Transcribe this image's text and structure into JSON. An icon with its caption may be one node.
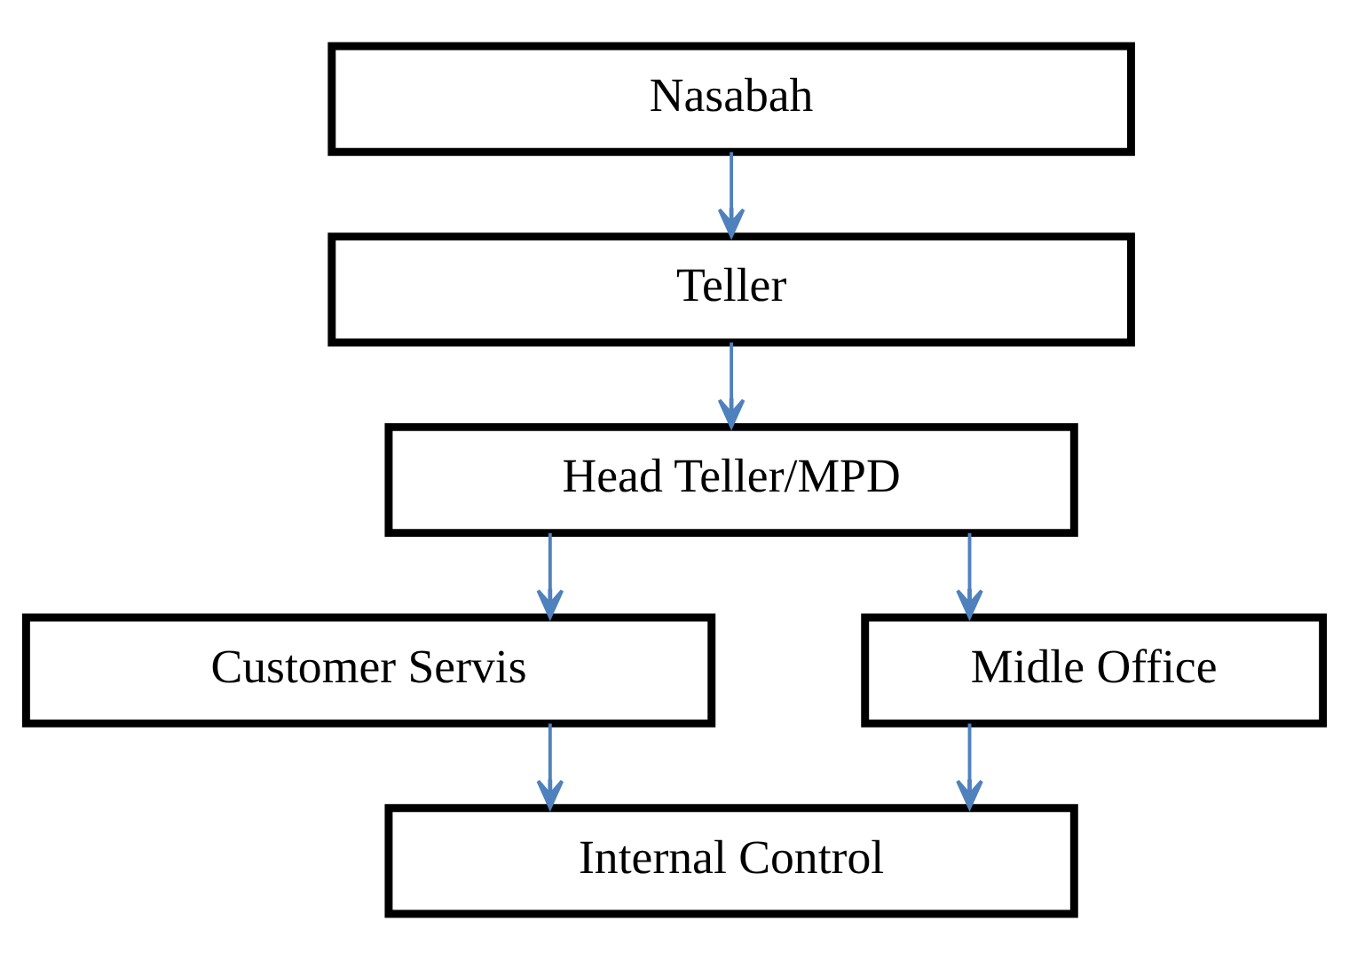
{
  "diagram": {
    "nodes": [
      {
        "text": [
          "Nasabah"
        ]
      },
      {
        "text": [
          "Teller"
        ]
      },
      {
        "text": [
          "Head Teller/MPD"
        ]
      },
      {
        "text": [
          "Customer Servis"
        ]
      },
      {
        "text": [
          "Midle Office"
        ]
      },
      {
        "text": [
          "Internal Control"
        ]
      }
    ],
    "edges": [
      {
        "from": 0,
        "to": 1,
        "arrow": "to"
      },
      {
        "from": 1,
        "to": 2,
        "arrow": "to"
      },
      {
        "from": 2,
        "to": 3,
        "arrow": "to"
      },
      {
        "from": 2,
        "to": 4,
        "arrow": "to"
      },
      {
        "from": 3,
        "to": 5,
        "arrow": "to"
      },
      {
        "from": 4,
        "to": 5,
        "arrow": "to"
      }
    ]
  }
}
